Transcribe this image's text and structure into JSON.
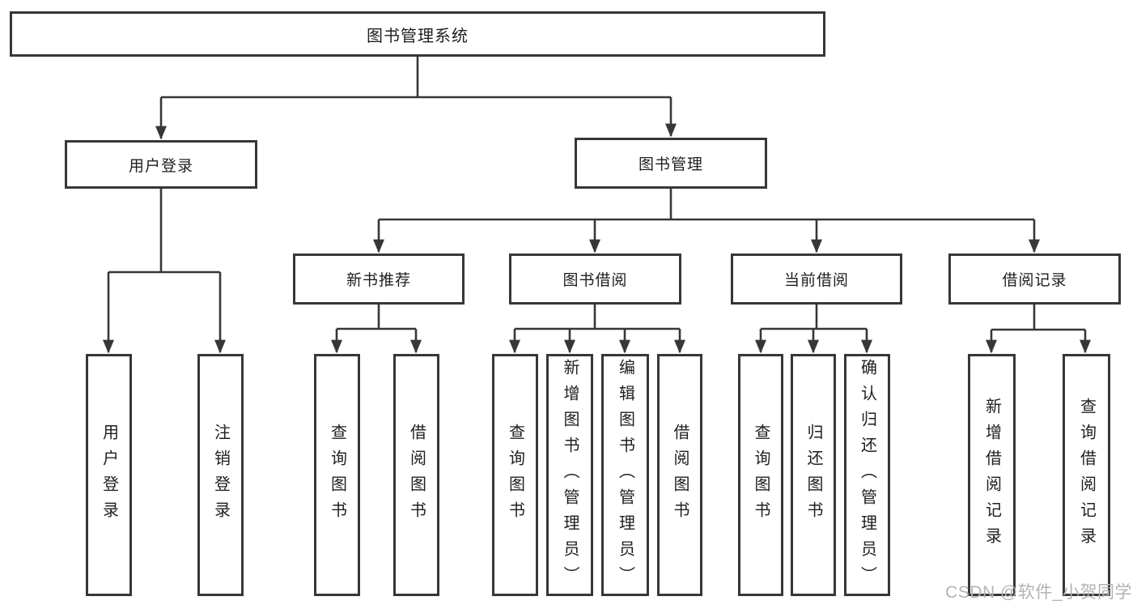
{
  "tree": {
    "root": {
      "label": "图书管理系统",
      "children": [
        {
          "label": "用户登录",
          "children": [
            {
              "label": "用户登录"
            },
            {
              "label": "注销登录"
            }
          ]
        },
        {
          "label": "图书管理",
          "children": [
            {
              "label": "新书推荐",
              "children": [
                {
                  "label": "查询图书"
                },
                {
                  "label": "借阅图书"
                }
              ]
            },
            {
              "label": "图书借阅",
              "children": [
                {
                  "label": "查询图书"
                },
                {
                  "label": "新增图书（管理员）"
                },
                {
                  "label": "编辑图书（管理员）"
                },
                {
                  "label": "借阅图书"
                }
              ]
            },
            {
              "label": "当前借阅",
              "children": [
                {
                  "label": "查询图书"
                },
                {
                  "label": "归还图书"
                },
                {
                  "label": "确认归还（管理员）"
                }
              ]
            },
            {
              "label": "借阅记录",
              "children": [
                {
                  "label": "新增借阅记录"
                },
                {
                  "label": "查询借阅记录"
                }
              ]
            }
          ]
        }
      ]
    }
  },
  "watermark": {
    "text": "CSDN @软件_小贺同学"
  },
  "colors": {
    "line": "#373737",
    "text": "#1f1f1f",
    "node_bg": "#ffffff",
    "watermark": "#b2b2b8",
    "background": "#ffffff"
  }
}
